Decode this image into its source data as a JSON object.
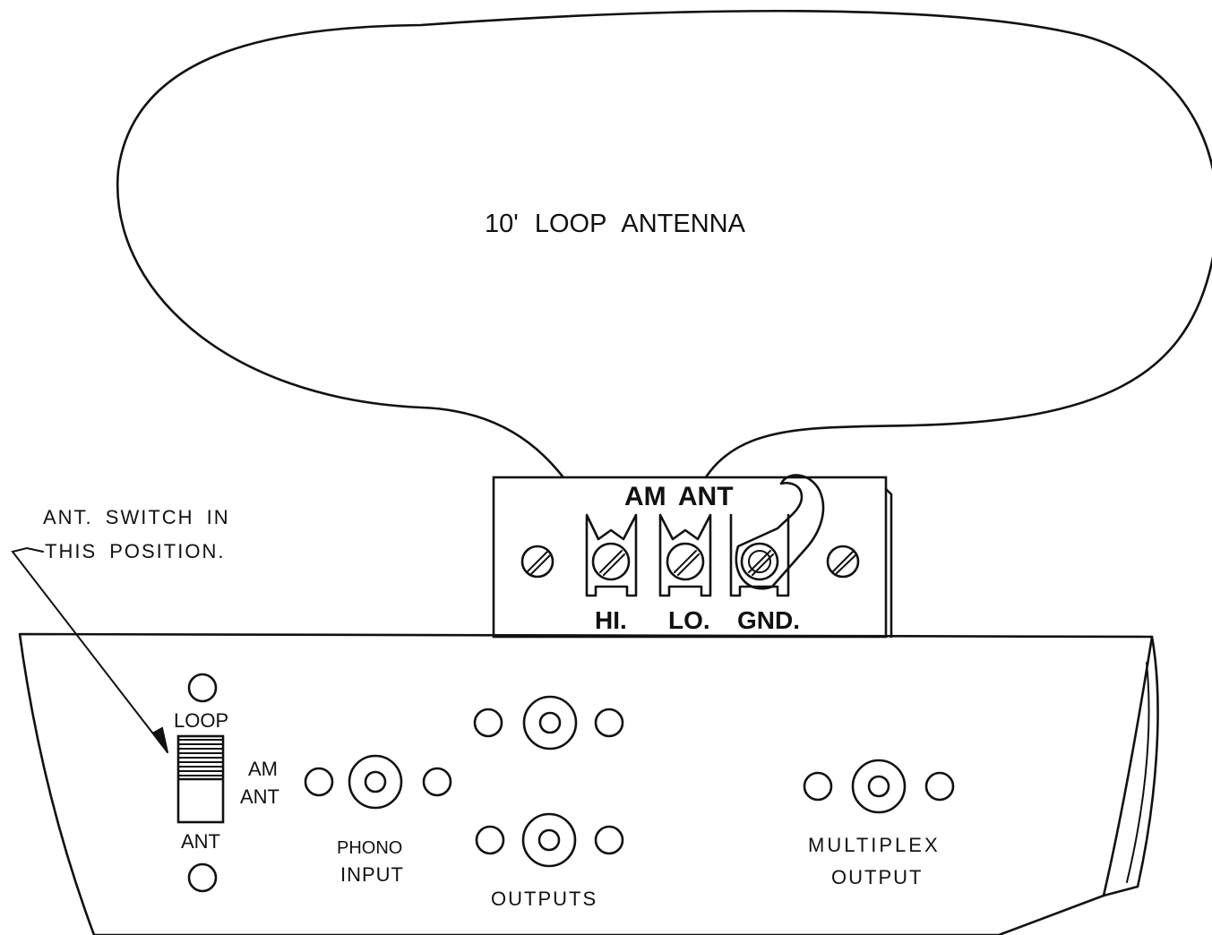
{
  "antenna": {
    "label": "10' LOOP ANTENNA"
  },
  "terminal_block": {
    "title": "AM ANT",
    "terminals": [
      "HI.",
      "LO.",
      "GND."
    ]
  },
  "callout": {
    "line1": "ANT. SWITCH IN",
    "line2": "THIS POSITION."
  },
  "panel": {
    "switch": {
      "top_label": "LOOP",
      "side_label_1": "AM",
      "side_label_2": "ANT",
      "bottom_label": "ANT"
    },
    "phono": {
      "line1": "PHONO",
      "line2": "INPUT"
    },
    "outputs": {
      "label": "OUTPUTS"
    },
    "multiplex": {
      "line1": "MULTIPLEX",
      "line2": "OUTPUT"
    }
  },
  "colors": {
    "ink": "#111111",
    "paper": "#ffffff"
  }
}
